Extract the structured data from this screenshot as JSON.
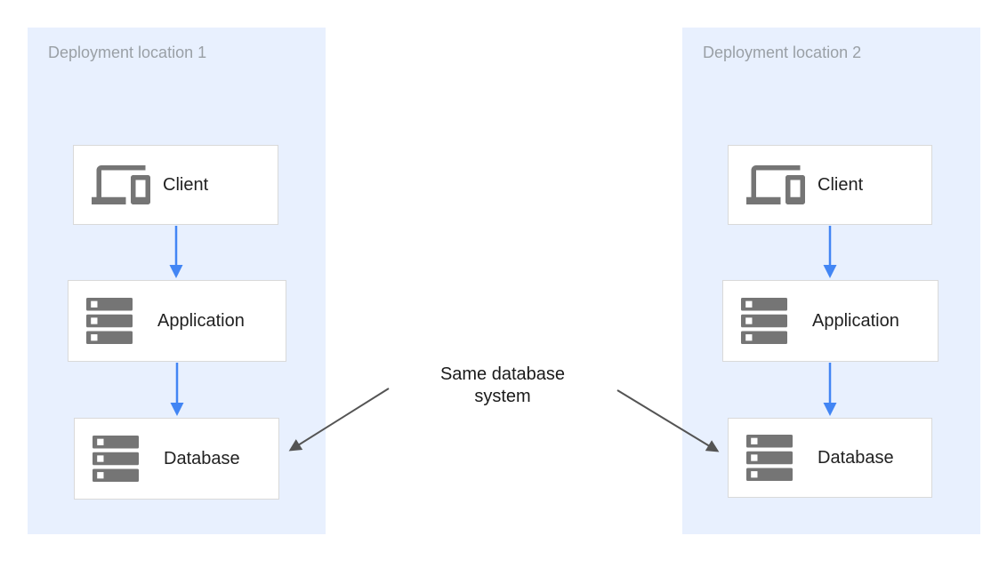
{
  "diagram": {
    "regions": [
      {
        "title": "Deployment location 1",
        "nodes": [
          {
            "label": "Client",
            "icon": "devices-icon"
          },
          {
            "label": "Application",
            "icon": "server-stack-icon"
          },
          {
            "label": "Database",
            "icon": "server-stack-icon"
          }
        ]
      },
      {
        "title": "Deployment location 2",
        "nodes": [
          {
            "label": "Client",
            "icon": "devices-icon"
          },
          {
            "label": "Application",
            "icon": "server-stack-icon"
          },
          {
            "label": "Database",
            "icon": "server-stack-icon"
          }
        ]
      }
    ],
    "annotation": "Same database system",
    "colors": {
      "region_bg": "#E8F0FE",
      "region_title": "#9AA0A6",
      "node_bg": "#FFFFFF",
      "node_border": "#D9D9D9",
      "node_label": "#212121",
      "icon_gray": "#757575",
      "flow_arrow": "#4285F4",
      "annotation_arrow": "#545454",
      "annotation_text": "#1A1A1A"
    }
  }
}
